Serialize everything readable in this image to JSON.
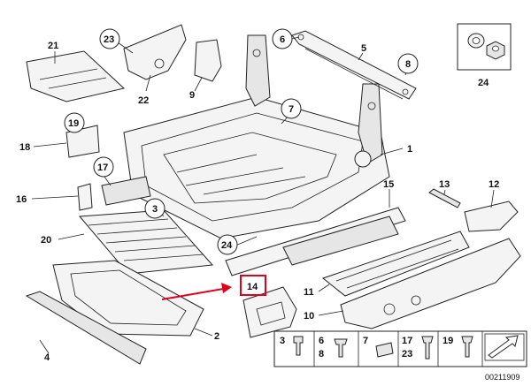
{
  "diagram": {
    "labels": {
      "p1": "1",
      "p2": "2",
      "p3": "3",
      "p4": "4",
      "p5": "5",
      "p6": "6",
      "p7": "7",
      "p8": "8",
      "p9": "9",
      "p10": "10",
      "p11": "11",
      "p12": "12",
      "p13": "13",
      "p14": "14",
      "p15": "15",
      "p16": "16",
      "p17": "17",
      "p18": "18",
      "p19": "19",
      "p20": "20",
      "p21": "21",
      "p22": "22",
      "p23": "23",
      "p24": "24",
      "p24b": "24"
    },
    "legend": {
      "items": [
        "3",
        "6",
        "8",
        "7",
        "17",
        "23",
        "19"
      ]
    },
    "image_number": "00211909",
    "highlight_color": "#e0001b"
  }
}
